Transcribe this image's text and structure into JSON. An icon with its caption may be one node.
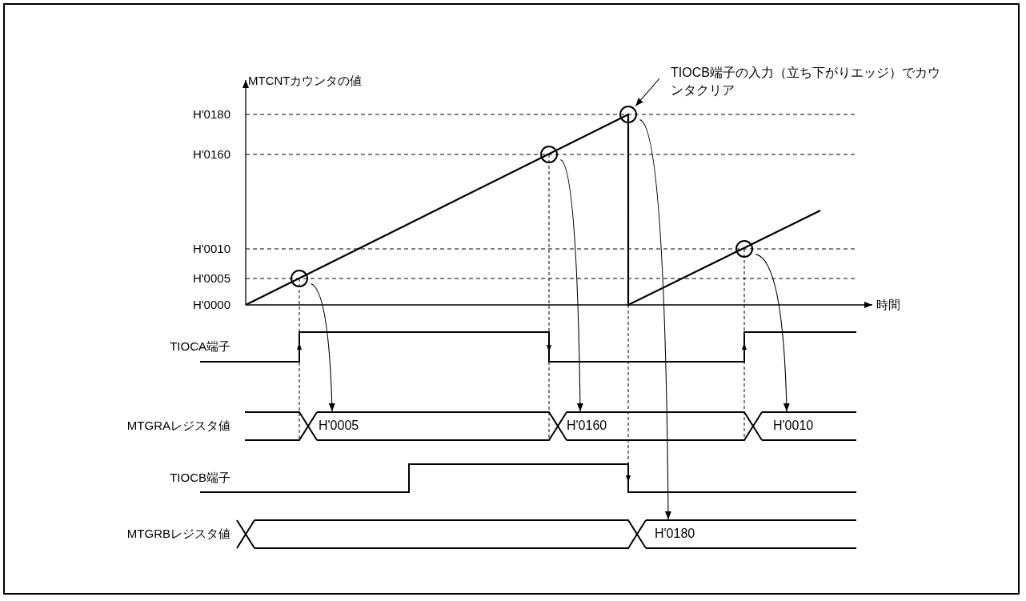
{
  "diagram": {
    "nodes": [
      {
        "text": [
          "TIOCB端子の入力（立ち下がりエッジ）でカウンタクリア"
        ]
      },
      {
        "text": [],
        "shape": "circle"
      },
      {
        "text": [],
        "shape": "circle"
      },
      {
        "text": [],
        "shape": "circle"
      },
      {
        "text": [],
        "shape": "circle"
      },
      {
        "text": [
          "H'0005"
        ]
      },
      {
        "text": [
          "H'0160"
        ]
      },
      {
        "text": [
          "H'0010"
        ]
      },
      {
        "text": [
          "H'0180"
        ]
      }
    ],
    "edges": [
      {
        "from": 0,
        "to": 1,
        "arrow": "to"
      },
      {
        "from": 1,
        "to": 8,
        "arrow": "to"
      },
      {
        "from": 2,
        "to": 6,
        "arrow": "to"
      },
      {
        "from": 3,
        "to": 7,
        "arrow": "to"
      },
      {
        "from": 4,
        "to": 5,
        "arrow": "to"
      }
    ],
    "labels": [
      "MTCNTカウンタの値",
      "H'0180",
      "H'0160",
      "H'0010",
      "H'0005",
      "H'0000",
      "時間",
      "TIOCA端子",
      "MTGRAレジスタ値",
      "TIOCB端子",
      "MTGRBレジスタ値"
    ]
  }
}
